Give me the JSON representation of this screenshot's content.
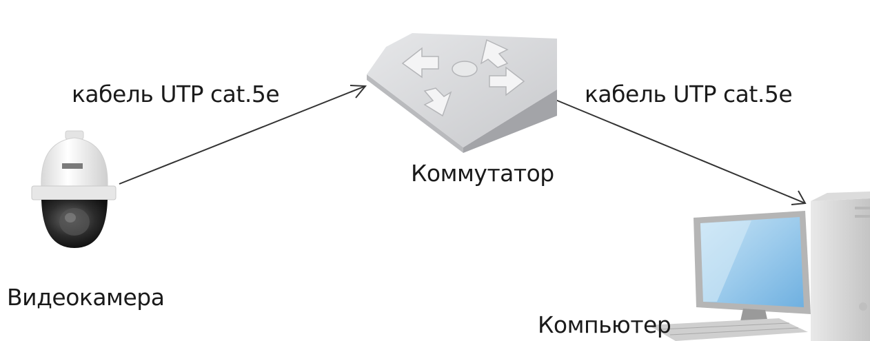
{
  "labels": {
    "cable_left": "кабель UTP cat.5e",
    "cable_right": "кабель UTP cat.5e",
    "switch": "Коммутатор",
    "camera": "Видеокамера",
    "computer": "Компьютер"
  },
  "devices": {
    "camera_icon": "ptz-dome-camera",
    "switch_icon": "network-switch",
    "computer_icon": "desktop-computer"
  },
  "colors": {
    "line": "#333333",
    "switch_top": "#d4d5d7",
    "switch_side": "#a9aaad",
    "screen": "#9cc9ea"
  }
}
